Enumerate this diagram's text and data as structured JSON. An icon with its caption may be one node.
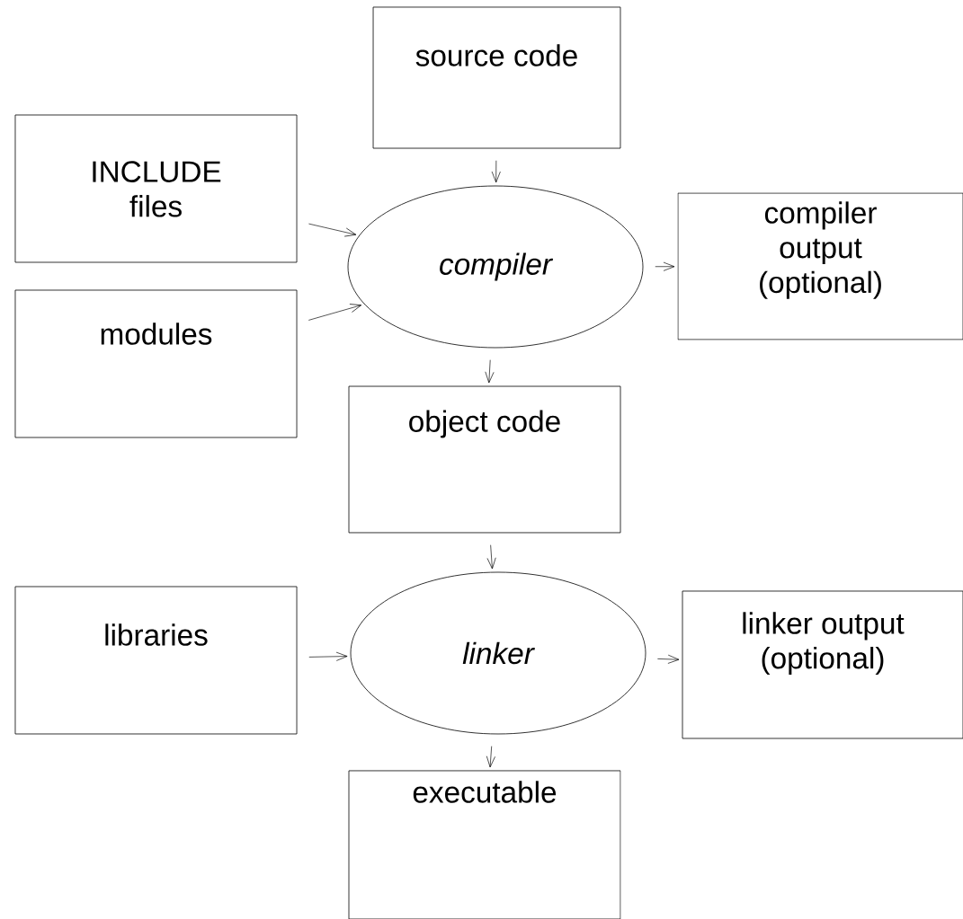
{
  "diagram": {
    "nodes": [
      {
        "text": [
          "source code"
        ]
      },
      {
        "text": [
          "INCLUDE files"
        ]
      },
      {
        "text": [
          "modules"
        ]
      },
      {
        "text": [
          "*compiler*"
        ]
      },
      {
        "text": [
          "compiler output (optional)"
        ]
      },
      {
        "text": [
          "object code"
        ]
      },
      {
        "text": [
          "libraries"
        ]
      },
      {
        "text": [
          "*linker*"
        ]
      },
      {
        "text": [
          "linker output (optional)"
        ]
      },
      {
        "text": [
          "executable"
        ]
      }
    ],
    "edges": [
      {
        "from": 0,
        "to": 3,
        "arrow": "to"
      },
      {
        "from": 1,
        "to": 3,
        "arrow": "to"
      },
      {
        "from": 2,
        "to": 3,
        "arrow": "to"
      },
      {
        "from": 3,
        "to": 4,
        "arrow": "to"
      },
      {
        "from": 3,
        "to": 5,
        "arrow": "to"
      },
      {
        "from": 5,
        "to": 7,
        "arrow": "to"
      },
      {
        "from": 6,
        "to": 7,
        "arrow": "to"
      },
      {
        "from": 7,
        "to": 8,
        "arrow": "to"
      },
      {
        "from": 7,
        "to": 9,
        "arrow": "to"
      }
    ]
  }
}
